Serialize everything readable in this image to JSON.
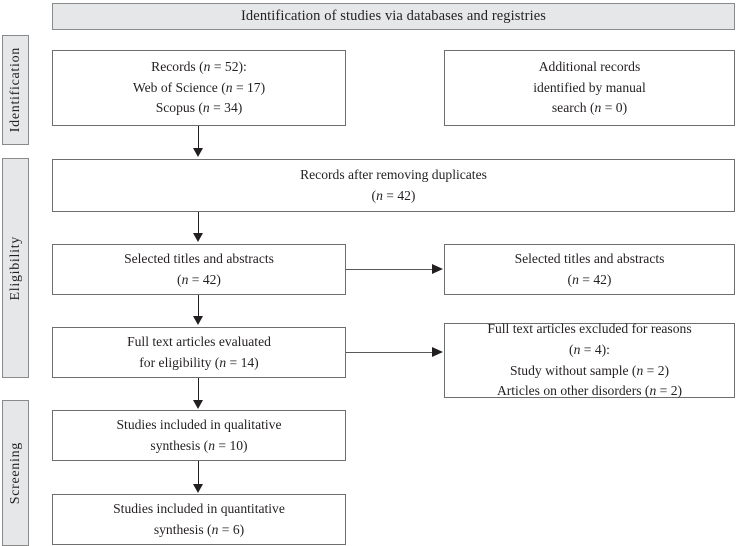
{
  "banner": {
    "title": "Identification of studies via databases and registries"
  },
  "stages": {
    "identification": "Identification",
    "eligibility": "Eligibility",
    "screening": "Screening"
  },
  "boxes": {
    "records": {
      "line1_a": "Records (",
      "line1_n": "n",
      "line1_b": " = 52):",
      "line2_a": "Web of Science (",
      "line2_n": "n",
      "line2_b": " = 17)",
      "line3_a": "Scopus (",
      "line3_n": "n",
      "line3_b": " = 34)"
    },
    "additional": {
      "line1": "Additional records",
      "line2": "identified by manual",
      "line3_a": "search (",
      "line3_n": "n",
      "line3_b": " = 0)"
    },
    "duplicates": {
      "line1": "Records after removing duplicates",
      "line2_a": "(",
      "line2_n": "n",
      "line2_b": " = 42)"
    },
    "selected_left": {
      "line1": "Selected titles and abstracts",
      "line2_a": "(",
      "line2_n": "n",
      "line2_b": " = 42)"
    },
    "selected_right": {
      "line1": "Selected titles and abstracts",
      "line2_a": "(",
      "line2_n": "n",
      "line2_b": " = 42)"
    },
    "fulltext_eval": {
      "line1": "Full text articles evaluated",
      "line2_a": "for eligibility (",
      "line2_n": "n",
      "line2_b": " = 14)"
    },
    "fulltext_excluded": {
      "line1": "Full text articles excluded for reasons",
      "line2_a": "(",
      "line2_n": "n",
      "line2_b": " = 4):",
      "line3_a": "Study without sample (",
      "line3_n": "n",
      "line3_b": " = 2)",
      "line4_a": "Articles on other disorders (",
      "line4_n": "n",
      "line4_b": " = 2)"
    },
    "qualitative": {
      "line1": "Studies included in qualitative",
      "line2_a": "synthesis (",
      "line2_n": "n",
      "line2_b": " = 10)"
    },
    "quantitative": {
      "line1": "Studies included in quantitative",
      "line2_a": "synthesis (",
      "line2_n": "n",
      "line2_b": " = 6)"
    }
  },
  "colors": {
    "banner_fill": "#e6e7e8",
    "stage_fill": "#e6e7e8",
    "box_border": "#6d6e71",
    "text": "#231f20",
    "arrow": "#231f20"
  }
}
